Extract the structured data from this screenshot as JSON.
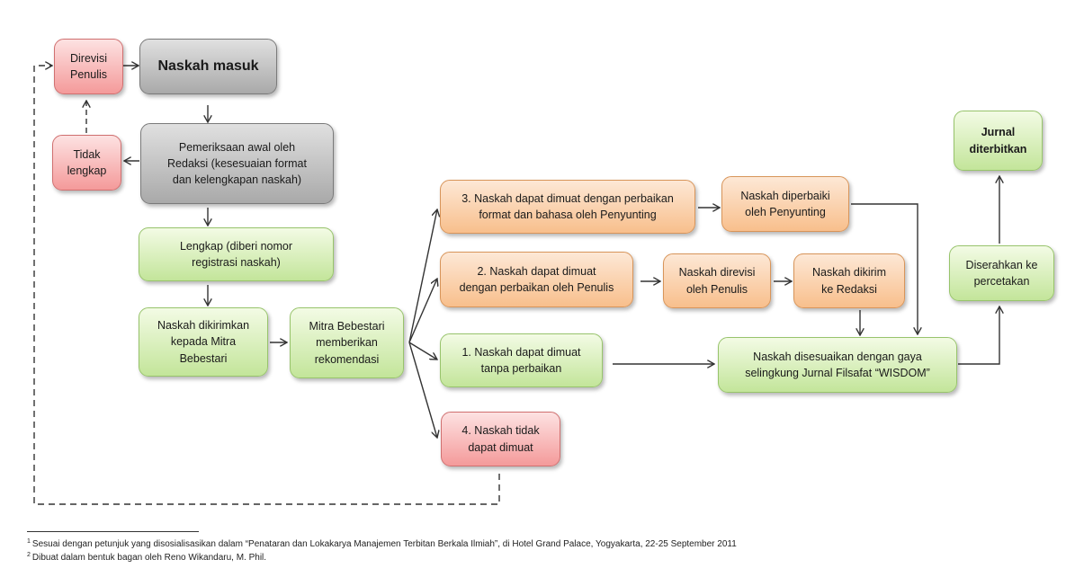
{
  "nodes": {
    "direvisi_penulis": "Direvisi\nPenulis",
    "naskah_masuk": "Naskah masuk",
    "tidak_lengkap": "Tidak\nlengkap",
    "pemeriksaan_awal": "Pemeriksaan awal oleh\nRedaksi (kesesuaian format\ndan kelengkapan naskah)",
    "lengkap": "Lengkap (diberi nomor\nregistrasi naskah)",
    "dikirimkan_mitra": "Naskah dikirimkan\nkepada Mitra\nBebestari",
    "mitra_rekomendasi": "Mitra Bebestari\nmemberikan\nrekomendasi",
    "opsi3": "3. Naskah dapat dimuat dengan perbaikan\nformat dan bahasa oleh Penyunting",
    "diperbaiki_penyunting": "Naskah diperbaiki\noleh Penyunting",
    "opsi2": "2. Naskah dapat dimuat\ndengan perbaikan oleh Penulis",
    "direvisi_oleh_penulis": "Naskah direvisi\noleh Penulis",
    "dikirim_redaksi": "Naskah dikirim\nke Redaksi",
    "opsi1": "1. Naskah dapat dimuat\ntanpa perbaikan",
    "disesuaikan": "Naskah disesuaikan dengan gaya\nselingkung Jurnal Filsafat “WISDOM”",
    "opsi4": "4. Naskah tidak\ndapat dimuat",
    "diserahkan": "Diserahkan ke\npercetakan",
    "jurnal_terbit": "Jurnal\nditerbitkan"
  },
  "colors": {
    "gray": "#a9a9a9",
    "pink": "#f49a9a",
    "green": "#c3e59a",
    "orange": "#f8bf8c",
    "line": "#333333"
  },
  "footnotes": {
    "fn1_mark": "1",
    "fn1_text": "Sesuai dengan petunjuk yang disosialisasikan dalam “Penataran dan Lokakarya Manajemen Terbitan Berkala Ilmiah”, di Hotel Grand Palace, Yogyakarta, 22-25 September 2011",
    "fn2_mark": "2",
    "fn2_text": "Dibuat dalam bentuk bagan oleh Reno Wikandaru, M. Phil."
  }
}
